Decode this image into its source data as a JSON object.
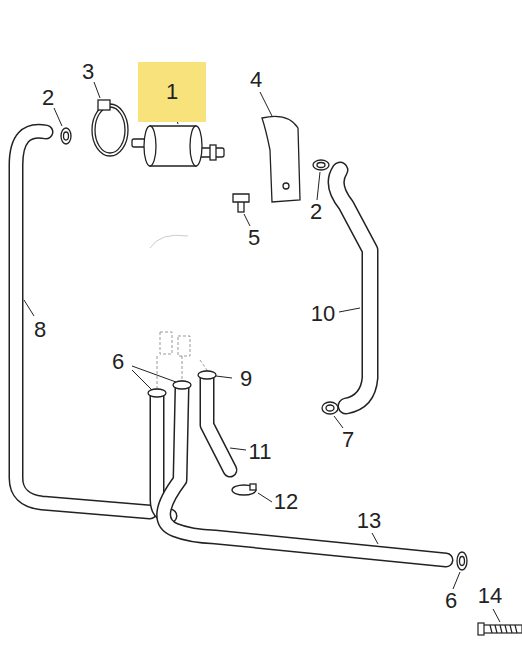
{
  "diagram": {
    "nodes": [
      {
        "text": [
          "1"
        ]
      }
    ],
    "labels": [
      "3",
      "2",
      "4",
      "2",
      "5",
      "8",
      "10",
      "6",
      "9",
      "7",
      "11",
      "12",
      "13",
      "6",
      "14"
    ]
  }
}
